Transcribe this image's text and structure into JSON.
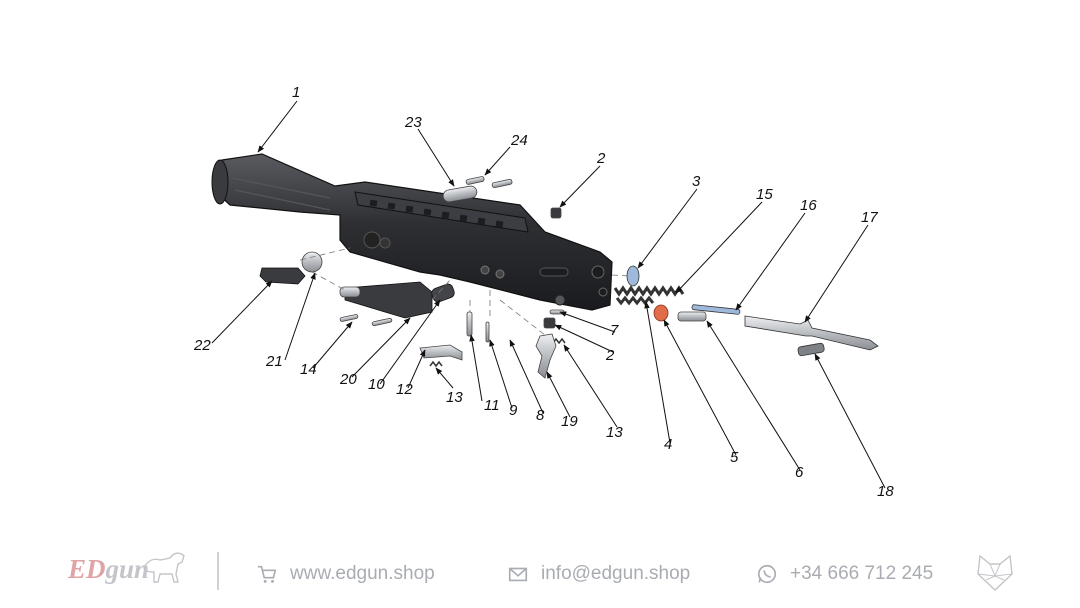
{
  "callouts": [
    "1",
    "2",
    "3",
    "15",
    "16",
    "17",
    "23",
    "24",
    "22",
    "21",
    "14",
    "20",
    "10",
    "12",
    "13",
    "11",
    "9",
    "8",
    "19",
    "13",
    "4",
    "5",
    "6",
    "18",
    "7",
    "2"
  ],
  "footer": {
    "logo_ed": "ED",
    "logo_gun": "gun",
    "website": "www.edgun.shop",
    "email": "info@edgun.shop",
    "phone": "+34 666 712 245",
    "icons": [
      "cart-icon",
      "mail-icon",
      "whatsapp-icon",
      "wolf-head-icon"
    ]
  },
  "colors": {
    "body": "#2b2b2e",
    "metal": "#c7c9cc",
    "highlight_blue": "#9fb9dd",
    "highlight_red": "#e06d47",
    "footer_text": "#a9acb2",
    "logo_red": "#e0a3a6"
  }
}
